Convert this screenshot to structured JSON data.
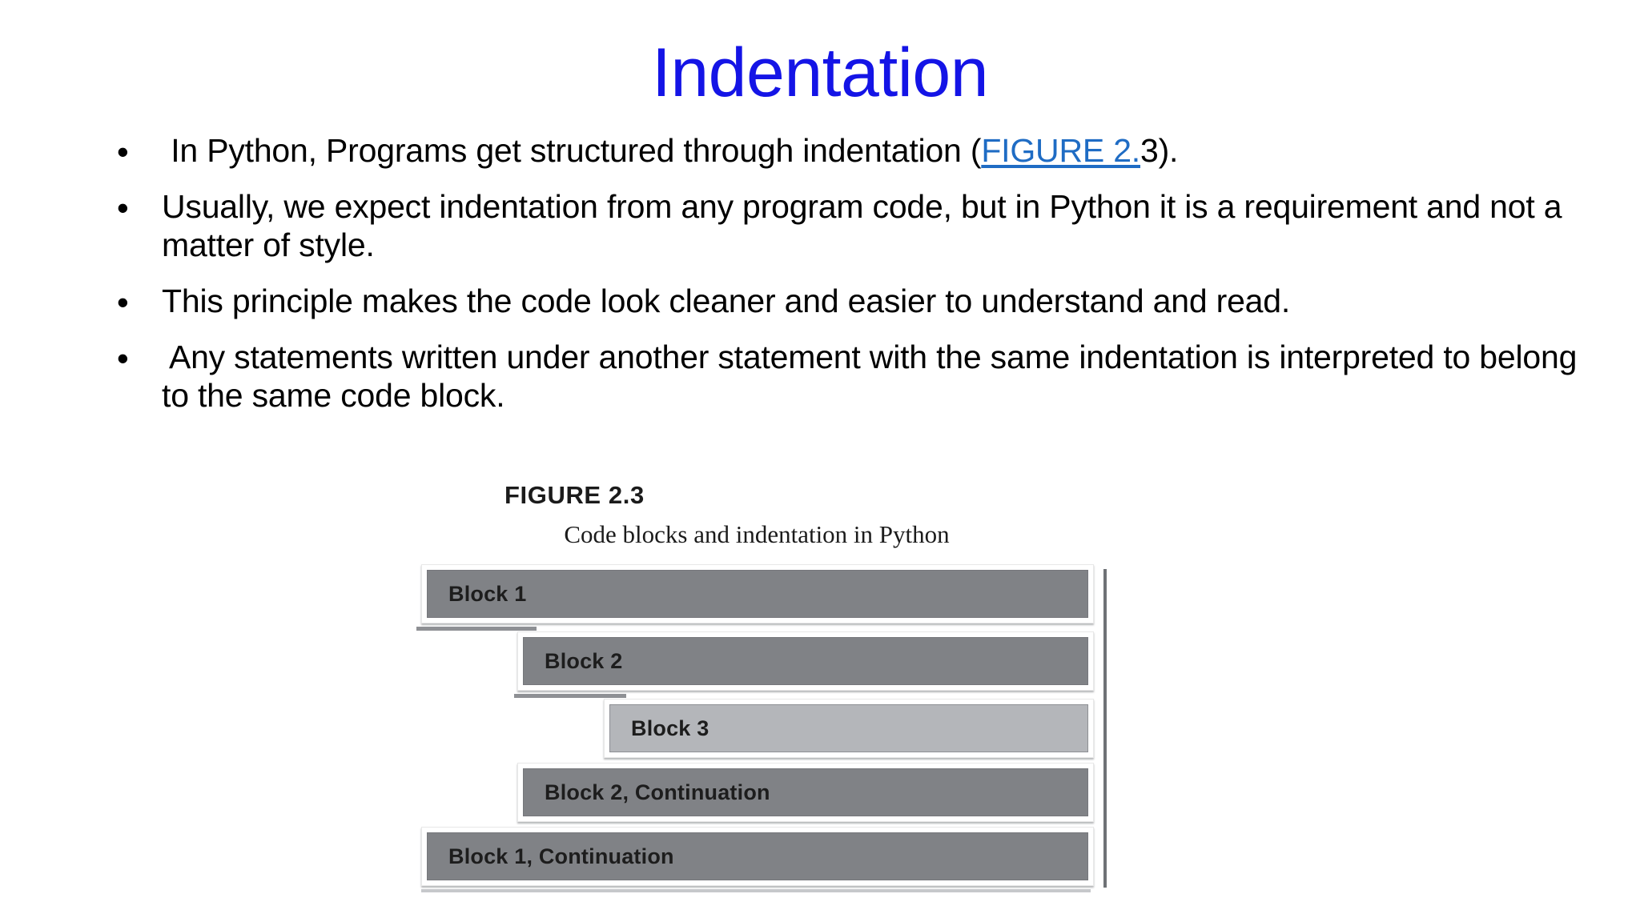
{
  "slide": {
    "title": "Indentation",
    "title_color": "#1414e6",
    "background": "#ffffff"
  },
  "bullets": [
    {
      "marker": "•",
      "lead_space": " ",
      "segments": [
        {
          "text": "In Python, Programs get structured through indentation (",
          "style": "plain"
        },
        {
          "text": "FIGURE 2.",
          "style": "link"
        },
        {
          "text": "3).",
          "style": "plain"
        }
      ],
      "plain_text": " In Python, Programs get structured through indentation (FIGURE 2.3)."
    },
    {
      "marker": "•",
      "lead_space": "",
      "segments": [
        {
          "text": "Usually, we expect indentation from any program code, but in Python it is a requirement and not a matter of style.",
          "style": "plain"
        }
      ],
      "plain_text": "Usually, we expect indentation from any program code, but in Python it is a requirement and not a matter of style."
    },
    {
      "marker": "•",
      "lead_space": "",
      "segments": [
        {
          "text": "This principle makes the code look cleaner and easier to understand and read.",
          "style": "plain"
        }
      ],
      "plain_text": "This principle makes the code look cleaner and easier to understand and read."
    },
    {
      "marker": "•",
      "lead_space": " ",
      "segments": [
        {
          "text": "Any statements written under another statement with the same indentation is interpreted to belong to the same code block.",
          "style": "plain"
        }
      ],
      "plain_text": " Any statements written under another statement with the same indentation is interpreted to belong to the same code block."
    }
  ],
  "figure": {
    "number": "FIGURE 2.3",
    "subtitle": "Code blocks and indentation in Python",
    "colors": {
      "block_dark": "#808286",
      "block_light": "#b4b6ba",
      "frame": "#ffffff",
      "spine": "#6f7276"
    },
    "blocks": [
      {
        "label": "Block 1",
        "tone": "dark"
      },
      {
        "label": "Block 2",
        "tone": "dark"
      },
      {
        "label": "Block 3",
        "tone": "light"
      },
      {
        "label": "Block 2, Continuation",
        "tone": "dark"
      },
      {
        "label": "Block 1, Continuation",
        "tone": "dark"
      }
    ]
  },
  "link": {
    "label": "FIGURE 2.",
    "color": "#1f6cc4"
  }
}
